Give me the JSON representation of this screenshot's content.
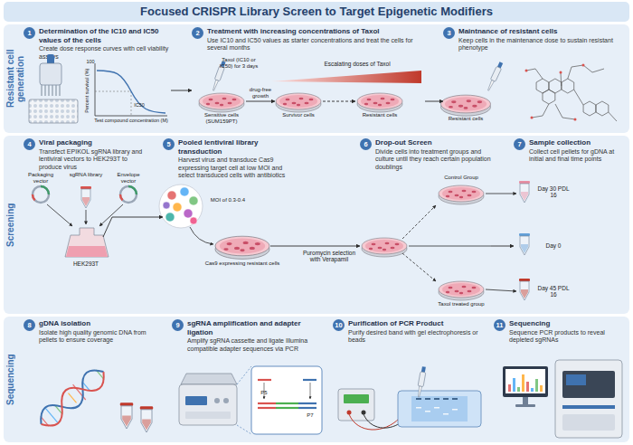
{
  "diagram": {
    "title": "Focused CRISPR Library Screen to Target Epigenetic Modifiers",
    "nodes": [
      {
        "text": [
          "Resistant cell generation"
        ]
      },
      {
        "text": [
          "1",
          "Determination of the IC10 and IC50 values of the cells",
          "Create dose response curves with cell viability assays"
        ],
        "in": 0
      },
      {
        "text": [
          "2",
          "Treatment with increasing concentrations of Taxol",
          "Use IC10 and IC50 values as starter concentrations and treat the cells for several months"
        ],
        "in": 0
      },
      {
        "text": [
          "3",
          "Maintnance of resistant cells",
          "Keep cells in the maintenance dose to sustain resistant phenotype"
        ],
        "in": 0
      },
      {
        "text": [
          "Screening"
        ]
      },
      {
        "text": [
          "4",
          "Viral packaging",
          "Transfect EPIKOL sgRNA library and lentiviral vectors to HEK293T to produce virus"
        ],
        "in": 4
      },
      {
        "text": [
          "5",
          "Pooled lentiviral library transduction",
          "Harvest virus and transduce Cas9 expressing target cell at low MOI and select transduced cells with antibiotics"
        ],
        "in": 4
      },
      {
        "text": [
          "6",
          "Drop-out Screen",
          "Divide cells into treatment groups and culture until they reach certain population doublings"
        ],
        "in": 4
      },
      {
        "text": [
          "7",
          "Sample collection",
          "Collect cell pellets for gDNA at initial and final time points"
        ],
        "in": 4
      },
      {
        "text": [
          "Sequencing"
        ]
      },
      {
        "text": [
          "8",
          "gDNA isolation",
          "Isolate high quality genomic DNA from pellets to ensure coverage"
        ],
        "in": 9
      },
      {
        "text": [
          "9",
          "sgRNA amplification and adapter ligation",
          "Amplify sgRNA cassette and ligate Illumina compatible adapter sequences via PCR"
        ],
        "in": 9
      },
      {
        "text": [
          "10",
          "Purification of PCR Product",
          "Purify desired band with gel electrophoresis or beads"
        ],
        "in": 9
      },
      {
        "text": [
          "11",
          "Sequencing",
          "Sequence PCR products to reveal depleted sgRNAs"
        ],
        "in": 9
      }
    ],
    "edges": [
      {
        "from": 1,
        "to": 2,
        "arrow": "to"
      },
      {
        "from": 2,
        "to": 3,
        "arrow": "to"
      },
      {
        "from": 5,
        "to": 6,
        "arrow": "to"
      },
      {
        "from": 6,
        "to": 7,
        "label": "Puromycin selection with Verapamil",
        "arrow": "to"
      },
      {
        "from": 7,
        "to": 8,
        "arrow": "to"
      }
    ],
    "labels": [
      "100",
      "Percent survival (%)",
      "Test compound concentration (M)",
      "IC50",
      "Taxol (IC10 or IC50) for 3 days",
      "Escalating doses of Taxol",
      "drug-free growth",
      "Sensitive cells (SUM159PT)",
      "Survivor cells",
      "Resistant cells",
      "Resistant cells",
      "Packaging vector",
      "sgRNA library",
      "Envelope vector",
      "HEK293T",
      "MOI of 0.3-0.4",
      "Cas9 expressing resistant cells",
      "Control Group",
      "Taxol treated group",
      "Day 30 PDL 16",
      "Day 0",
      "Day 45 PDL 16",
      "P5",
      "P7"
    ]
  }
}
